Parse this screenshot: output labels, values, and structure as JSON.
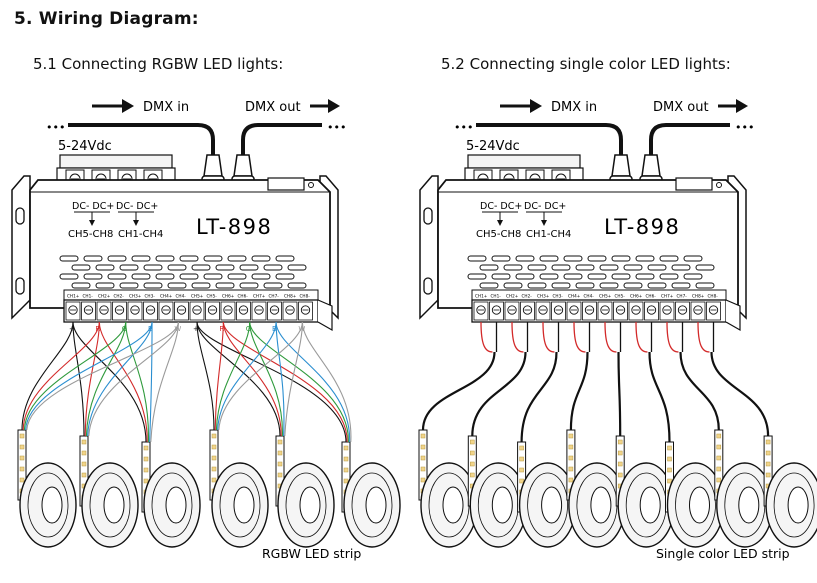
{
  "heading": "5.  Wiring Diagram:",
  "left": {
    "subtitle": "5.1 Connecting RGBW LED lights:",
    "dmx_in": "DMX in",
    "dmx_out": "DMX out",
    "dots": "•••",
    "power": "5-24Vdc",
    "model": "LT-898",
    "dc_label": "DC-  DC+",
    "ch_group_a": "CH5-CH8",
    "ch_group_b": "CH1-CH4",
    "terminal_labels": [
      "CH1+",
      "CH1-",
      "CH2+",
      "CH2-",
      "CH3+",
      "CH3-",
      "CH4+",
      "CH4-",
      "CH5+",
      "CH5-",
      "CH6+",
      "CH6-",
      "CH7+",
      "CH7-",
      "CH8+",
      "CH8-"
    ],
    "wire_letters": [
      "+",
      "R",
      "G",
      "B",
      "W"
    ],
    "caption": "RGBW LED strip"
  },
  "right": {
    "subtitle": "5.2 Connecting single color LED lights:",
    "dmx_in": "DMX in",
    "dmx_out": "DMX out",
    "dots": "•••",
    "power": "5-24Vdc",
    "model": "LT-898",
    "dc_label": "DC-  DC+",
    "ch_group_a": "CH5-CH8",
    "ch_group_b": "CH1-CH4",
    "terminal_labels": [
      "CH1+",
      "CH1-",
      "CH2+",
      "CH2-",
      "CH3+",
      "CH3-",
      "CH4+",
      "CH4-",
      "CH5+",
      "CH5-",
      "CH6+",
      "CH6-",
      "CH7+",
      "CH7-",
      "CH8+",
      "CH8-"
    ],
    "caption": "Single color LED strip"
  },
  "colors": {
    "red": "#d32a2a",
    "green": "#2f9a3c",
    "blue": "#2a8ed0",
    "gray": "#9a9a9a",
    "dark": "#111111"
  }
}
